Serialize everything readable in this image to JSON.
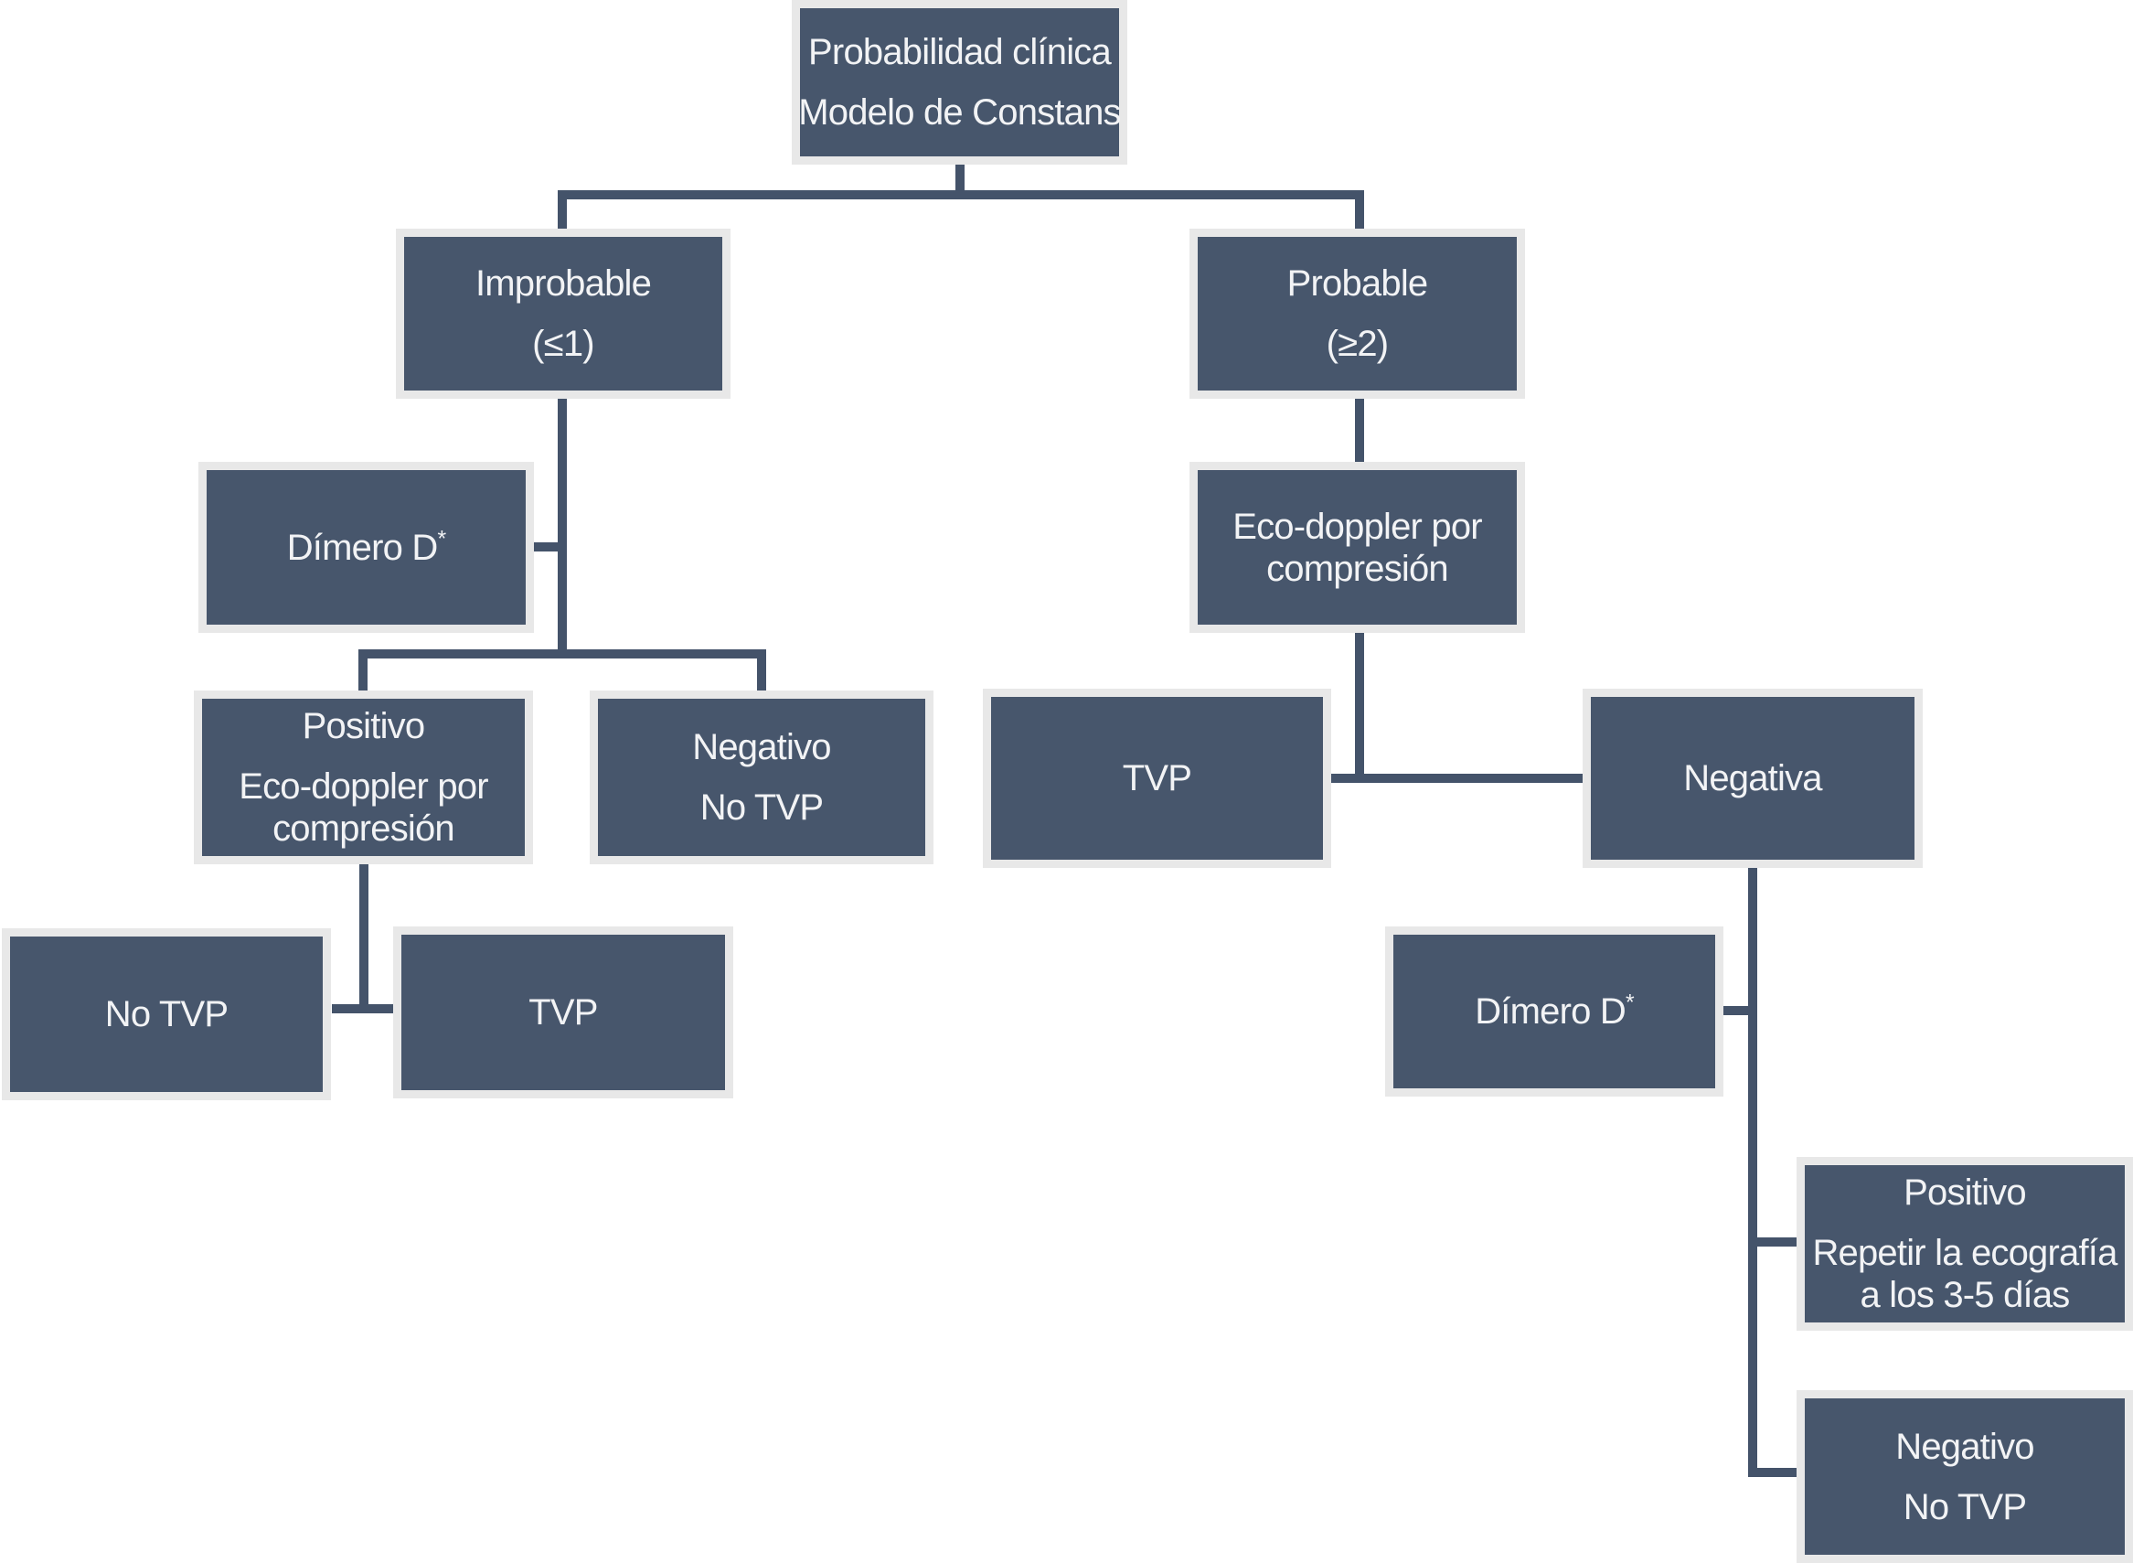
{
  "theme": {
    "background": "#ffffff",
    "box_fill": "#47566c",
    "box_border": "#e8e8e8",
    "line_color": "#44536a",
    "text_color": "#f2f3f5"
  },
  "nodes": {
    "root": {
      "lines": [
        "Probabilidad clínica",
        "Modelo de Constans"
      ]
    },
    "improbable": {
      "lines": [
        "Improbable",
        "(≤1)"
      ]
    },
    "probable": {
      "lines": [
        "Probable",
        "(≥2)"
      ]
    },
    "dimero_izq": {
      "label": "Dímero D",
      "sup": "*"
    },
    "eco_doppler": {
      "lines": [
        "Eco-doppler por compresión"
      ]
    },
    "positivo_eco": {
      "lines": [
        "Positivo",
        "Eco-doppler por compresión"
      ]
    },
    "negativo_no_tvp_izq": {
      "lines": [
        "Negativo",
        "No TVP"
      ]
    },
    "tvp_probable": {
      "lines": [
        "TVP"
      ]
    },
    "negativa": {
      "lines": [
        "Negativa"
      ]
    },
    "no_tvp_izq": {
      "lines": [
        "No TVP"
      ]
    },
    "tvp_izq": {
      "lines": [
        "TVP"
      ]
    },
    "dimero_der": {
      "label": "Dímero D",
      "sup": "*"
    },
    "positivo_repetir": {
      "lines": [
        "Positivo",
        "Repetir la ecografía a los 3-5 días"
      ]
    },
    "negativo_no_tvp_der": {
      "lines": [
        "Negativo",
        "No TVP"
      ]
    }
  },
  "edges": [
    [
      "root",
      "improbable"
    ],
    [
      "root",
      "probable"
    ],
    [
      "improbable",
      "dimero_izq"
    ],
    [
      "dimero_izq",
      "positivo_eco"
    ],
    [
      "dimero_izq",
      "negativo_no_tvp_izq"
    ],
    [
      "positivo_eco",
      "no_tvp_izq"
    ],
    [
      "positivo_eco",
      "tvp_izq"
    ],
    [
      "probable",
      "eco_doppler"
    ],
    [
      "eco_doppler",
      "tvp_probable"
    ],
    [
      "eco_doppler",
      "negativa"
    ],
    [
      "negativa",
      "dimero_der"
    ],
    [
      "dimero_der",
      "positivo_repetir"
    ],
    [
      "dimero_der",
      "negativo_no_tvp_der"
    ]
  ]
}
